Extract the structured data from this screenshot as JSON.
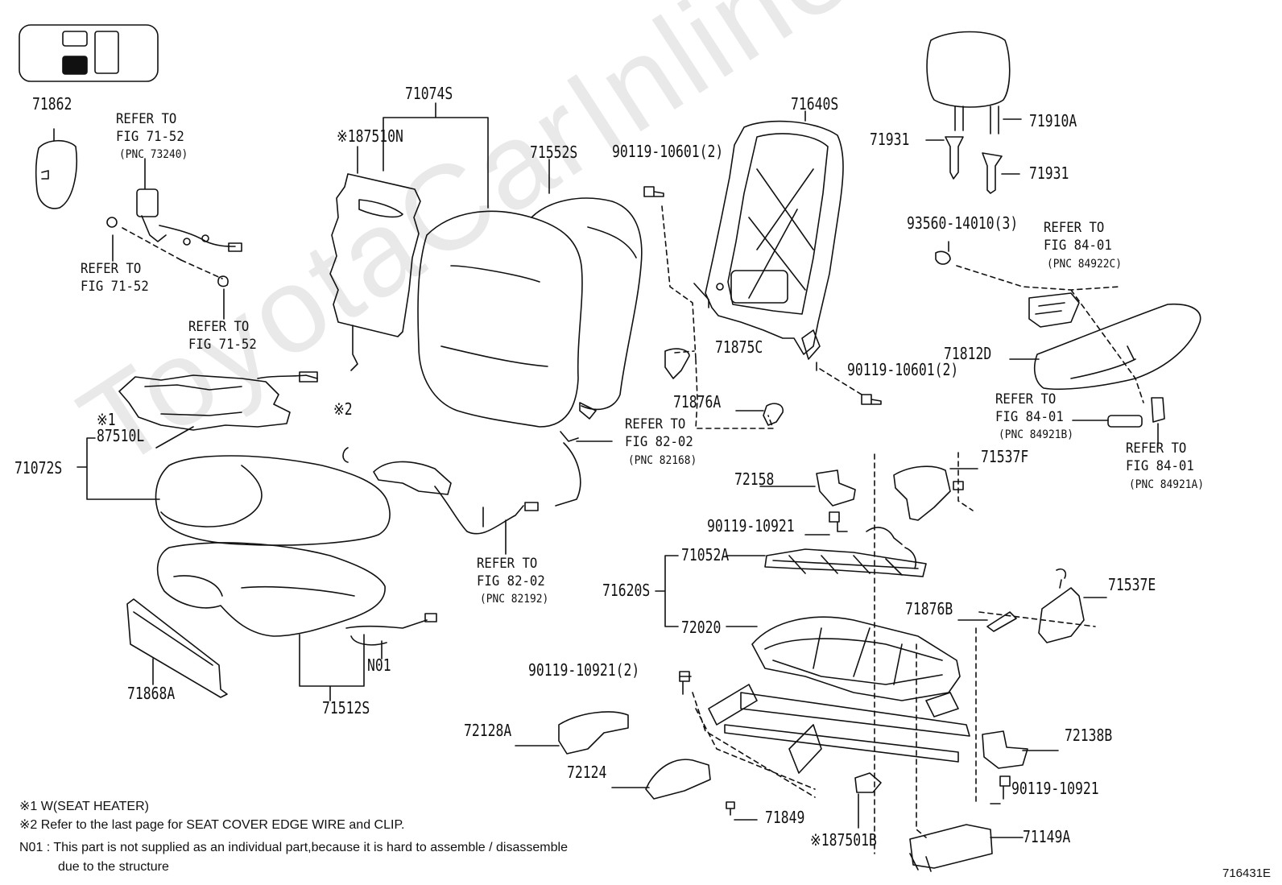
{
  "watermark": "ToyotaCarInline.ru",
  "figure_code": "716431E",
  "labels": {
    "p71862": "71862",
    "p71074S": "71074S",
    "p87510N": "※187510N",
    "p71552S": "71552S",
    "p71640S": "71640S",
    "p71910A": "71910A",
    "p71931a": "71931",
    "p71931b": "71931",
    "p90119_10601_2a": "90119-10601(2)",
    "p93560": "93560-14010(3)",
    "p71875C": "71875C",
    "p71812D": "71812D",
    "p90119_10601_2b": "90119-10601(2)",
    "p71876A": "71876A",
    "mark1": "※1",
    "p87510L": "87510L",
    "mark2": "※2",
    "p71072S": "71072S",
    "p71537F": "71537F",
    "p72158": "72158",
    "p90119_10921a": "90119-10921",
    "p71052A": "71052A",
    "p71620S": "71620S",
    "p71537E": "71537E",
    "p71876B": "71876B",
    "p72020": "72020",
    "p90119_10921_2": "90119-10921(2)",
    "p71868A": "71868A",
    "pN01": "N01",
    "p71512S": "71512S",
    "p72128A": "72128A",
    "p72138B": "72138B",
    "p72124": "72124",
    "p90119_10921b": "90119-10921",
    "p71849": "71849",
    "p87501B": "※187501B",
    "p71149A": "71149A"
  },
  "refs": {
    "r1": "REFER TO\nFIG 71-52",
    "r1pnc": "(PNC 73240)",
    "r2": "REFER TO\nFIG 71-52",
    "r3": "REFER TO\nFIG 71-52",
    "r4": "REFER TO\nFIG 84-01",
    "r4pnc": "(PNC 84922C)",
    "r5": "REFER TO\nFIG 82-02",
    "r5pnc": "(PNC 82168)",
    "r6": "REFER TO\nFIG 84-01",
    "r6pnc": "(PNC 84921B)",
    "r7": "REFER TO\nFIG 84-01",
    "r7pnc": "(PNC 84921A)",
    "r8": "REFER TO\nFIG 82-02",
    "r8pnc": "(PNC 82192)"
  },
  "notes": {
    "n1": "※1  W(SEAT  HEATER)",
    "n2": "※2  Refer to the last page for SEAT COVER EDGE WIRE and CLIP.",
    "n3": "N01 :  This part is not supplied as an individual part,because it is hard to assemble / disassemble",
    "n4": "due to the structure"
  }
}
